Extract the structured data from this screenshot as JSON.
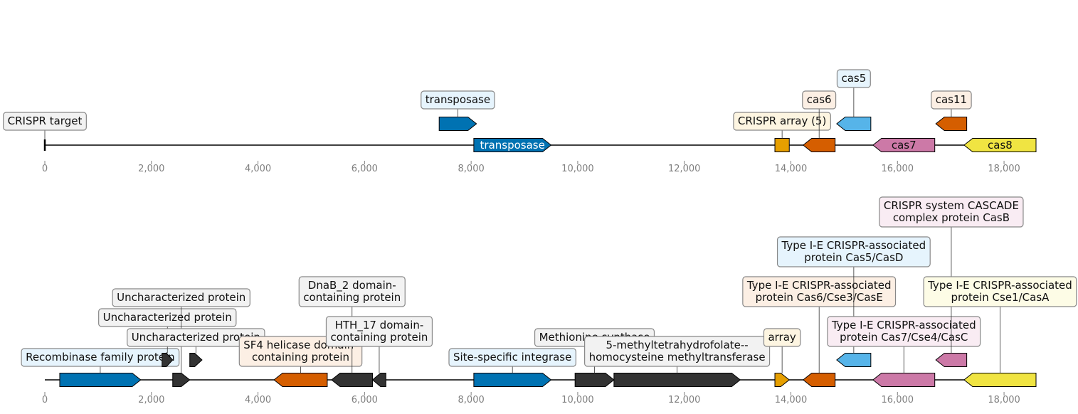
{
  "colors": {
    "dark_blue": "#0072b2",
    "light_blue": "#56b4e9",
    "orange": "#d55e00",
    "gold": "#e69f00",
    "pink": "#cc79a7",
    "yellow": "#f0e442",
    "dark": "#333333",
    "axis_tick": "#808080",
    "box_light_blue": "#e6f4fd",
    "box_peach": "#fcefe4",
    "box_cream": "#fdf5e1",
    "box_gray": "#f2f2f2",
    "box_pink": "#f9ecf3",
    "box_yellow": "#fdfce6"
  },
  "axis_ticks": [
    {
      "value": 0,
      "label": "0"
    },
    {
      "value": 2000,
      "label": "2,000"
    },
    {
      "value": 4000,
      "label": "4,000"
    },
    {
      "value": 6000,
      "label": "6,000"
    },
    {
      "value": 8000,
      "label": "8,000"
    },
    {
      "value": 10000,
      "label": "10,000"
    },
    {
      "value": 12000,
      "label": "12,000"
    },
    {
      "value": 14000,
      "label": "14,000"
    },
    {
      "value": 16000,
      "label": "16,000"
    },
    {
      "value": 18000,
      "label": "18,000"
    }
  ],
  "tracks": [
    {
      "id": "top",
      "range": [
        0,
        18600
      ],
      "features": [
        {
          "name": "crispr-target",
          "start": 0,
          "end": 30,
          "strand": 0,
          "color": "dark",
          "level": 0,
          "label": "CRISPR target",
          "label_level": 1,
          "box": "box_gray",
          "marker": true
        },
        {
          "name": "transposase-small",
          "start": 7400,
          "end": 8100,
          "strand": 1,
          "color": "dark_blue",
          "level": 1,
          "label": "transposase",
          "label_level": 2,
          "box": "box_light_blue"
        },
        {
          "name": "transposase",
          "start": 8050,
          "end": 9500,
          "strand": 1,
          "color": "dark_blue",
          "level": 0,
          "inline_label": "transposase",
          "inline_color": "#ffffff"
        },
        {
          "name": "crispr-array",
          "start": 13700,
          "end": 13970,
          "strand": 0,
          "color": "gold",
          "level": 0,
          "label": "CRISPR array (5)",
          "label_level": 1,
          "box": "box_cream"
        },
        {
          "name": "cas6",
          "start": 14230,
          "end": 14830,
          "strand": -1,
          "color": "orange",
          "level": 0,
          "label": "cas6",
          "label_level": 2,
          "box": "box_peach"
        },
        {
          "name": "cas5",
          "start": 14860,
          "end": 15500,
          "strand": -1,
          "color": "light_blue",
          "level": 1,
          "label": "cas5",
          "label_level": 3,
          "box": "box_light_blue"
        },
        {
          "name": "cas7",
          "start": 15540,
          "end": 16700,
          "strand": -1,
          "color": "pink",
          "level": 0,
          "inline_label": "cas7",
          "inline_color": "#111111"
        },
        {
          "name": "cas11",
          "start": 16720,
          "end": 17300,
          "strand": -1,
          "color": "orange",
          "level": 1,
          "label": "cas11",
          "label_level": 2,
          "box": "box_peach"
        },
        {
          "name": "cas8",
          "start": 17250,
          "end": 18600,
          "strand": -1,
          "color": "yellow",
          "level": 0,
          "inline_label": "cas8",
          "inline_color": "#111111"
        }
      ]
    },
    {
      "id": "bottom",
      "range": [
        0,
        18600
      ],
      "features": [
        {
          "name": "recombinase",
          "start": 280,
          "end": 1800,
          "strand": 1,
          "color": "dark_blue",
          "level": 0,
          "label": "Recombinase family protein",
          "label_level": 1,
          "box": "box_light_blue"
        },
        {
          "name": "uncharacterized-1",
          "start": 2200,
          "end": 2400,
          "strand": 1,
          "color": "dark",
          "level": 1,
          "label": "Uncharacterized protein",
          "label_level": 3,
          "box": "box_gray"
        },
        {
          "name": "uncharacterized-2",
          "start": 2400,
          "end": 2720,
          "strand": 1,
          "color": "dark",
          "level": 0,
          "label": "Uncharacterized protein",
          "label_level": 4,
          "box": "box_gray"
        },
        {
          "name": "uncharacterized-3",
          "start": 2720,
          "end": 2950,
          "strand": 1,
          "color": "dark",
          "level": 1,
          "label": "Uncharacterized protein",
          "label_level": 2,
          "box": "box_gray"
        },
        {
          "name": "sf4-helicase",
          "start": 4300,
          "end": 5300,
          "strand": -1,
          "color": "orange",
          "level": 0,
          "label": "SF4 helicase domain-\ncontaining protein",
          "label_level": 1,
          "box": "box_peach"
        },
        {
          "name": "dnab2",
          "start": 5380,
          "end": 6150,
          "strand": -1,
          "color": "dark",
          "level": 0,
          "label": "DnaB_2 domain-\ncontaining protein",
          "label_level": 4,
          "box": "box_gray"
        },
        {
          "name": "hth17",
          "start": 6150,
          "end": 6400,
          "strand": -1,
          "color": "dark",
          "level": 0,
          "label": "HTH_17 domain-\ncontaining protein",
          "label_level": 2,
          "box": "box_gray"
        },
        {
          "name": "integrase",
          "start": 8050,
          "end": 9500,
          "strand": 1,
          "color": "dark_blue",
          "level": 0,
          "label": "Site-specific integrase",
          "label_level": 1,
          "box": "box_light_blue"
        },
        {
          "name": "methionine-synthase",
          "start": 9950,
          "end": 10680,
          "strand": 1,
          "color": "dark",
          "level": 0,
          "label": "Methionine synthase",
          "label_level": 2,
          "box": "box_gray"
        },
        {
          "name": "mthf-transferase",
          "start": 10680,
          "end": 13050,
          "strand": 1,
          "color": "dark",
          "level": 0,
          "label": "5-methyltetrahydrofolate--\nhomocysteine methyltransferase",
          "label_level": 1,
          "box": "box_gray"
        },
        {
          "name": "array",
          "start": 13700,
          "end": 13970,
          "strand": 1,
          "color": "gold",
          "level": 0,
          "label": "array",
          "label_level": 2,
          "box": "box_cream"
        },
        {
          "name": "cas6-cse3-case",
          "start": 14230,
          "end": 14830,
          "strand": -1,
          "color": "orange",
          "level": 0,
          "label": "Type I-E CRISPR-associated\nprotein Cas6/Cse3/CasE",
          "label_level": 4,
          "box": "box_peach"
        },
        {
          "name": "cas5-casd",
          "start": 14860,
          "end": 15500,
          "strand": -1,
          "color": "light_blue",
          "level": 1,
          "label": "Type I-E CRISPR-associated\nprotein Cas5/CasD",
          "label_level": 6,
          "box": "box_light_blue"
        },
        {
          "name": "cas7-cse4-casc",
          "start": 15540,
          "end": 16700,
          "strand": -1,
          "color": "pink",
          "level": 0,
          "label": "Type I-E CRISPR-associated\nprotein Cas7/Cse4/CasC",
          "label_level": 2,
          "box": "box_pink"
        },
        {
          "name": "casb",
          "start": 16720,
          "end": 17300,
          "strand": -1,
          "color": "pink",
          "level": 1,
          "label": "CRISPR system CASCADE\ncomplex protein CasB",
          "label_level": 8,
          "box": "box_pink"
        },
        {
          "name": "cse1-casa",
          "start": 17250,
          "end": 18600,
          "strand": -1,
          "color": "yellow",
          "level": 0,
          "label": "Type I-E CRISPR-associated\nprotein Cse1/CasA",
          "label_level": 4,
          "box": "box_yellow"
        }
      ]
    }
  ]
}
